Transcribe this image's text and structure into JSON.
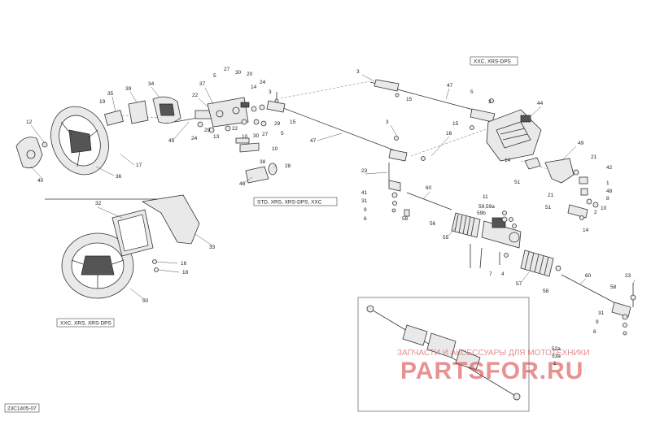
{
  "diagram_code": "23C1405-07",
  "variant_labels": {
    "top_right": "XXC, XRS-DPS",
    "middle": "STD, XRS, XRS-DPS, XXC",
    "bottom_left": "XXC, XRS, XRS-DPS"
  },
  "watermark": {
    "line1": "ЗАПЧАСТИ И АКСЕССУАРЫ ДЛЯ МОТОТЕХНИКИ",
    "line2": "PARTSFOR.RU"
  },
  "callouts": [
    {
      "id": "c12",
      "text": "12"
    },
    {
      "id": "c40",
      "text": "40"
    },
    {
      "id": "c36",
      "text": "36"
    },
    {
      "id": "c17",
      "text": "17"
    },
    {
      "id": "c35",
      "text": "35"
    },
    {
      "id": "c19",
      "text": "19"
    },
    {
      "id": "c39",
      "text": "39"
    },
    {
      "id": "c34",
      "text": "34"
    },
    {
      "id": "c45",
      "text": "45"
    },
    {
      "id": "c37",
      "text": "37"
    },
    {
      "id": "c22a",
      "text": "22"
    },
    {
      "id": "c5a",
      "text": "5"
    },
    {
      "id": "c27a",
      "text": "27"
    },
    {
      "id": "c30a",
      "text": "30"
    },
    {
      "id": "c20",
      "text": "20"
    },
    {
      "id": "c14a",
      "text": "14"
    },
    {
      "id": "c24a",
      "text": "24"
    },
    {
      "id": "c3a",
      "text": "3"
    },
    {
      "id": "c29a",
      "text": "29"
    },
    {
      "id": "c24b",
      "text": "24"
    },
    {
      "id": "c13",
      "text": "13"
    },
    {
      "id": "c22b",
      "text": "22"
    },
    {
      "id": "c10a",
      "text": "10"
    },
    {
      "id": "c30b",
      "text": "30"
    },
    {
      "id": "c27b",
      "text": "27"
    },
    {
      "id": "c29b",
      "text": "29"
    },
    {
      "id": "c5b",
      "text": "5"
    },
    {
      "id": "c15a",
      "text": "15"
    },
    {
      "id": "c10b",
      "text": "10"
    },
    {
      "id": "c38",
      "text": "38"
    },
    {
      "id": "c28",
      "text": "28"
    },
    {
      "id": "c46",
      "text": "46"
    },
    {
      "id": "c47a",
      "text": "47"
    },
    {
      "id": "c3b",
      "text": "3"
    },
    {
      "id": "c15b",
      "text": "15"
    },
    {
      "id": "c47b",
      "text": "47"
    },
    {
      "id": "c3c",
      "text": "3"
    },
    {
      "id": "c5c",
      "text": "5"
    },
    {
      "id": "c15c",
      "text": "15"
    },
    {
      "id": "c16a",
      "text": "16"
    },
    {
      "id": "c3d",
      "text": "3"
    },
    {
      "id": "c44",
      "text": "44"
    },
    {
      "id": "c49",
      "text": "49"
    },
    {
      "id": "c21a",
      "text": "21"
    },
    {
      "id": "c14b",
      "text": "14"
    },
    {
      "id": "c51a",
      "text": "51"
    },
    {
      "id": "c42",
      "text": "42"
    },
    {
      "id": "c1a",
      "text": "1"
    },
    {
      "id": "c48",
      "text": "48"
    },
    {
      "id": "c8",
      "text": "8"
    },
    {
      "id": "c21b",
      "text": "21"
    },
    {
      "id": "c51b",
      "text": "51"
    },
    {
      "id": "c2",
      "text": "2"
    },
    {
      "id": "c10c",
      "text": "10"
    },
    {
      "id": "c14c",
      "text": "14"
    },
    {
      "id": "c23a",
      "text": "23"
    },
    {
      "id": "c41",
      "text": "41"
    },
    {
      "id": "c31a",
      "text": "31"
    },
    {
      "id": "c9a",
      "text": "9"
    },
    {
      "id": "c6a",
      "text": "6"
    },
    {
      "id": "c58a",
      "text": "58"
    },
    {
      "id": "c60a",
      "text": "60"
    },
    {
      "id": "c56",
      "text": "56"
    },
    {
      "id": "c55",
      "text": "55"
    },
    {
      "id": "c11",
      "text": "11"
    },
    {
      "id": "c59a",
      "text": "59,59a"
    },
    {
      "id": "c59b",
      "text": "59b"
    },
    {
      "id": "c7",
      "text": "7"
    },
    {
      "id": "c4",
      "text": "4"
    },
    {
      "id": "c57",
      "text": "57"
    },
    {
      "id": "c58b",
      "text": "58"
    },
    {
      "id": "c60b",
      "text": "60"
    },
    {
      "id": "c23b",
      "text": "23"
    },
    {
      "id": "c58c",
      "text": "58"
    },
    {
      "id": "c31b",
      "text": "31"
    },
    {
      "id": "c9b",
      "text": "9"
    },
    {
      "id": "c6b",
      "text": "6"
    },
    {
      "id": "c32",
      "text": "32"
    },
    {
      "id": "c33",
      "text": "33"
    },
    {
      "id": "c16b",
      "text": "16"
    },
    {
      "id": "c18",
      "text": "18"
    },
    {
      "id": "c50",
      "text": "50"
    },
    {
      "id": "c52a",
      "text": "52a"
    },
    {
      "id": "c53a",
      "text": "53a"
    },
    {
      "id": "c1b",
      "text": "1"
    }
  ]
}
